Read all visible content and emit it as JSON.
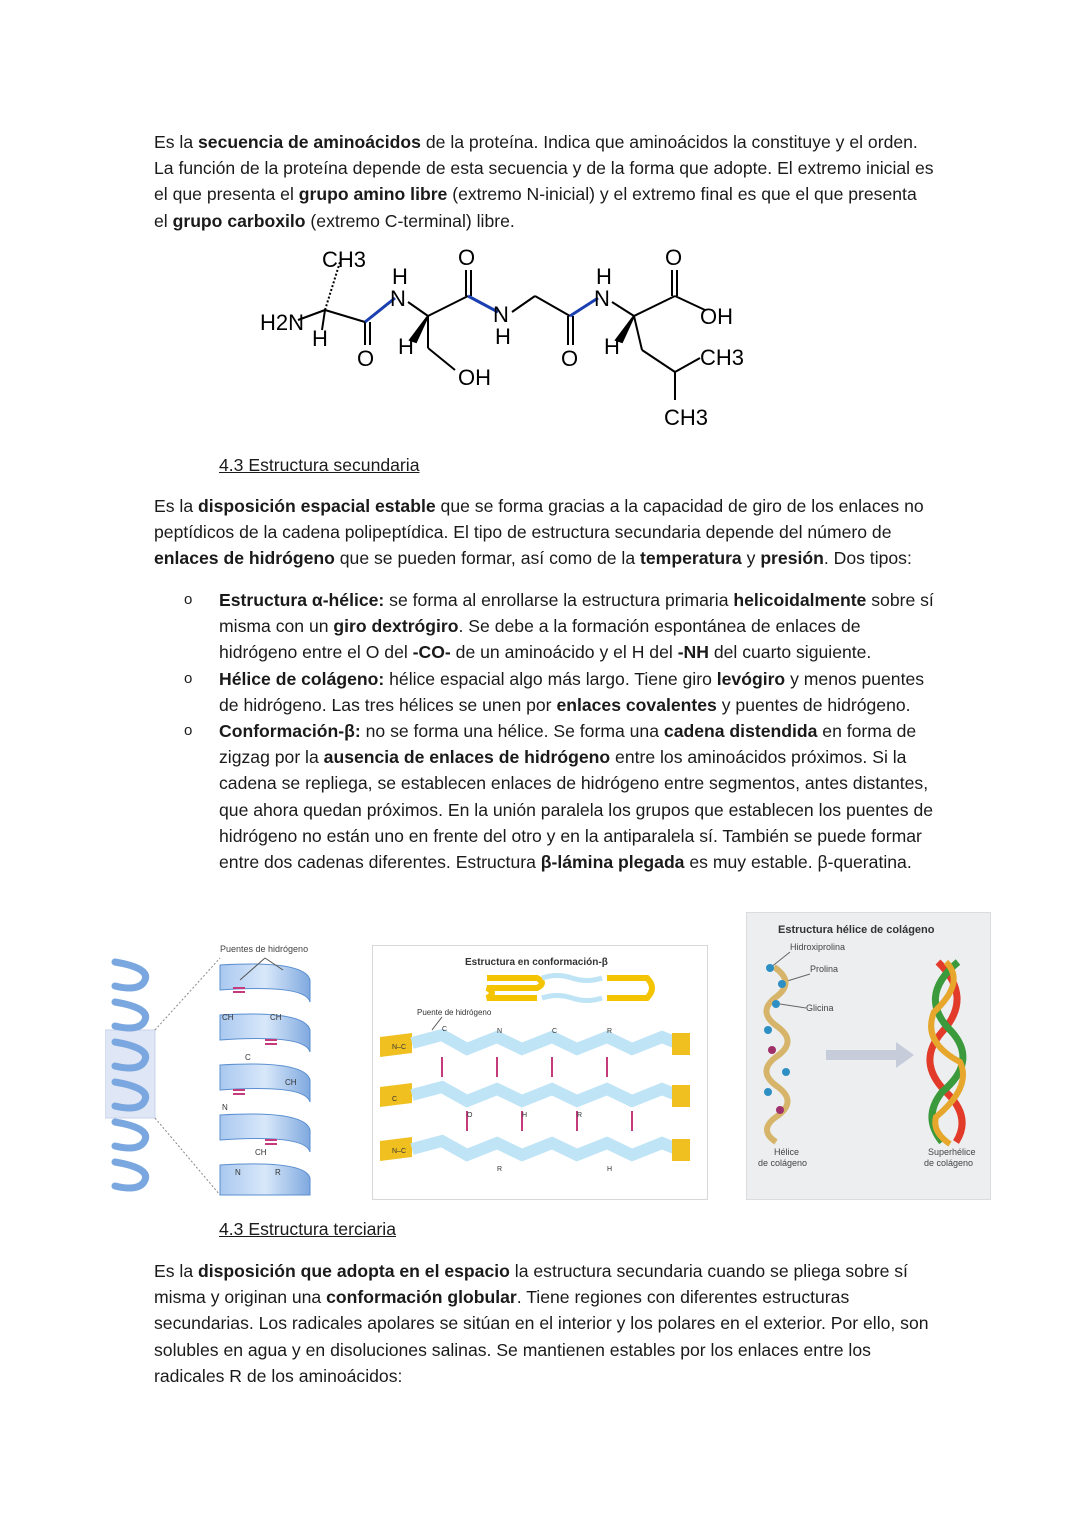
{
  "primary": {
    "p1": "Es la ",
    "b1": "secuencia de aminoácidos",
    "p2": " de la proteína. Indica que aminoácidos la constituye y el orden. La función de la proteína depende de esta secuencia y de la forma que adopte. El extremo inicial es el que presenta el ",
    "b2": "grupo amino libre",
    "p3": " (extremo N-inicial) y el extremo final es que el que presenta el ",
    "b3": "grupo carboxilo",
    "p4": " (extremo C-terminal) libre."
  },
  "molecule": {
    "ch3_top": "CH3",
    "h2n": "H2N",
    "h1": "H",
    "o1": "O",
    "nh1_h": "H",
    "nh1_n": "N",
    "h2": "H",
    "o2": "O",
    "oh1": "OH",
    "nh2_n": "N",
    "nh2_h": "H",
    "o3": "O",
    "nh3_h": "H",
    "nh3_n": "N",
    "h3": "H",
    "o4": "O",
    "oh2": "OH",
    "ch3_right": "CH3",
    "ch3_bottom": "CH3"
  },
  "secondary": {
    "heading": "4.3 Estructura secundaria",
    "p1": "Es la ",
    "b1": "disposición espacial estable",
    "p2": " que se forma gracias a la capacidad de giro de los enlaces no peptídicos de la cadena polipeptídica. El tipo de estructura secundaria depende del número de ",
    "b2": "enlaces de hidrógeno",
    "p3": " que se pueden formar, así como de la ",
    "b3": "temperatura",
    "p4": " y ",
    "b4": "presión",
    "p5": ". Dos tipos:",
    "bullet_mark": "o",
    "alpha": {
      "b1": "Estructura α-hélice:",
      "t1": " se forma al enrollarse la estructura primaria ",
      "b2": "helicoidalmente",
      "t2": " sobre sí misma con un ",
      "b3": "giro dextrógiro",
      "t3": ". Se debe a la formación espontánea de enlaces de hidrógeno entre el O del ",
      "b4": "-CO-",
      "t4": " de un aminoácido y el H del ",
      "b5": "-NH",
      "t5": " del cuarto siguiente."
    },
    "collagen": {
      "b1": "Hélice de colágeno:",
      "t1": " hélice espacial algo más largo. Tiene giro ",
      "b2": "levógiro",
      "t2": " y menos puentes de hidrógeno. Las tres hélices se unen por ",
      "b3": "enlaces covalentes",
      "t3": " y puentes de hidrógeno."
    },
    "beta": {
      "b1": "Conformación-β:",
      "t1": " no se forma una hélice. Se forma una ",
      "b2": "cadena distendida",
      "t2": " en forma de zigzag por la ",
      "b3": "ausencia de enlaces de hidrógeno",
      "t3": " entre los aminoácidos próximos. Si la cadena se repliega, se establecen enlaces de hidrógeno entre segmentos, antes distantes, que ahora quedan próximos. En la unión paralela los grupos que establecen los puentes de hidrógeno no están uno en frente del otro y en la antiparalela sí. También se puede formar entre dos cadenas diferentes. Estructura ",
      "b4": "β-lámina plegada",
      "t4": " es muy estable. β-queratina."
    }
  },
  "figures": {
    "helix_label": "Puentes de hidrógeno",
    "beta_title": "Estructura en conformación-β",
    "beta_bond_label": "Puente de hidrógeno",
    "collagen_title": "Estructura hélice de colágeno",
    "hydroxyproline": "Hidroxiprolina",
    "proline": "Prolina",
    "glycine": "Glicina",
    "helix_caption_1": "Hélice",
    "helix_caption_2": "de colágeno",
    "superhelix_caption_1": "Superhélice",
    "superhelix_caption_2": "de colágeno"
  },
  "tertiary": {
    "heading": "4.3 Estructura terciaria",
    "p1": "Es la ",
    "b1": "disposición que adopta en el espacio",
    "p2": " la estructura secundaria cuando se pliega sobre sí misma y originan una ",
    "b2": "conformación globular",
    "p3": ". Tiene regiones con diferentes estructuras secundarias. Los radicales apolares se sitúan en el interior y los polares en el exterior. Por ello, son solubles en agua y en disoluciones salinas. Se mantienen estables por los enlaces entre los radicales R de los aminoácidos:"
  }
}
